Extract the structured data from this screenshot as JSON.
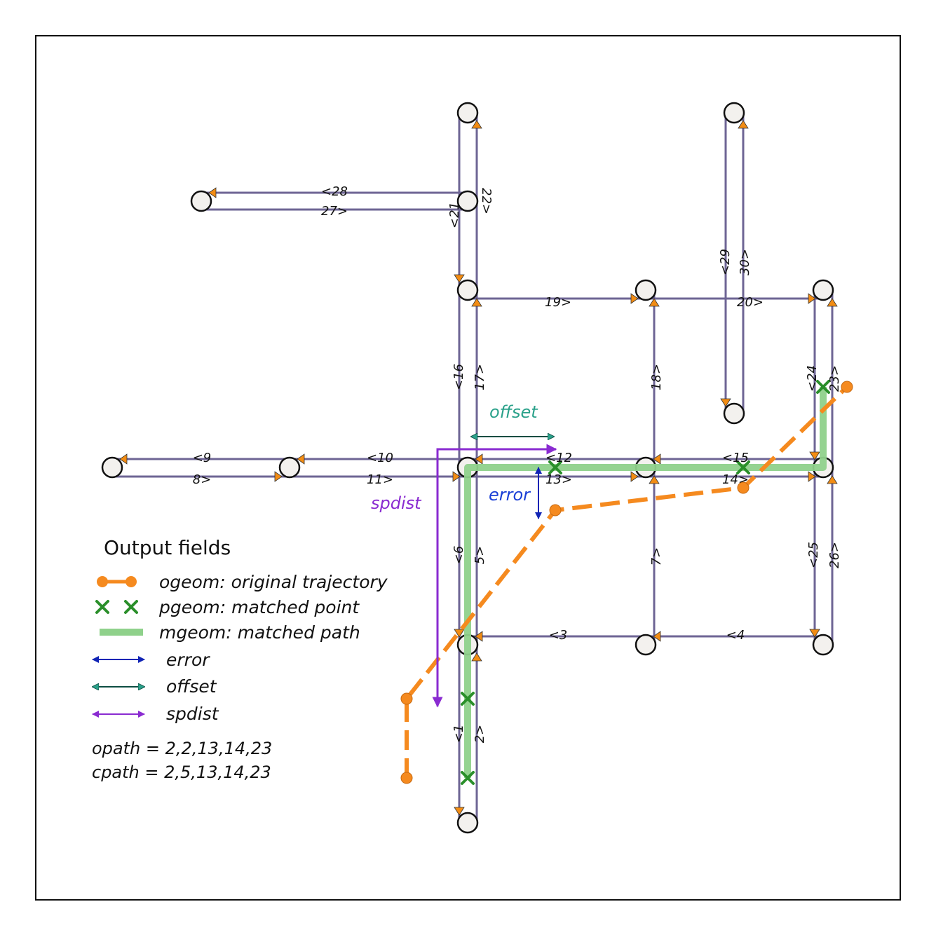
{
  "colors": {
    "edge": "#6e6594",
    "node_fill": "#f3f1ee",
    "node_stroke": "#111111",
    "arrow": "#f28c13",
    "trajectory": "#f58a1f",
    "matched_point": "#2a8f2a",
    "matched_path": "#8fd18b",
    "error": "#1024b5",
    "offset": "#2aa18a",
    "spdist": "#8a2bd1"
  },
  "edge_labels": [
    "<28",
    "27>",
    "<21",
    "22>",
    "<29",
    "30>",
    "19>",
    "20>",
    "<16",
    "17>",
    "18>",
    "<24",
    "23>",
    "<9",
    "8>",
    "<10",
    "11>",
    "<12",
    "13>",
    "<15",
    "14>",
    "<6",
    "5>",
    "7>",
    "<25",
    "26>",
    "<3",
    "<4",
    "<1",
    "2>"
  ],
  "annotations": {
    "offset": "offset",
    "error": "error",
    "spdist": "spdist"
  },
  "legend": {
    "title": "Output fields",
    "items": [
      {
        "key": "ogeom",
        "label": "ogeom: original trajectory",
        "icon": "trajectory-line-icon"
      },
      {
        "key": "pgeom",
        "label": "pgeom: matched point",
        "icon": "cross-marker-icon"
      },
      {
        "key": "mgeom",
        "label": "mgeom: matched path",
        "icon": "thick-line-icon"
      },
      {
        "key": "error",
        "label": "error",
        "icon": "double-arrow-icon"
      },
      {
        "key": "offset",
        "label": "offset",
        "icon": "double-arrow-icon"
      },
      {
        "key": "spdist",
        "label": "spdist",
        "icon": "double-arrow-icon"
      }
    ]
  },
  "paths": {
    "opath": "opath = 2,2,13,14,23",
    "cpath": "cpath = 2,5,13,14,23"
  }
}
